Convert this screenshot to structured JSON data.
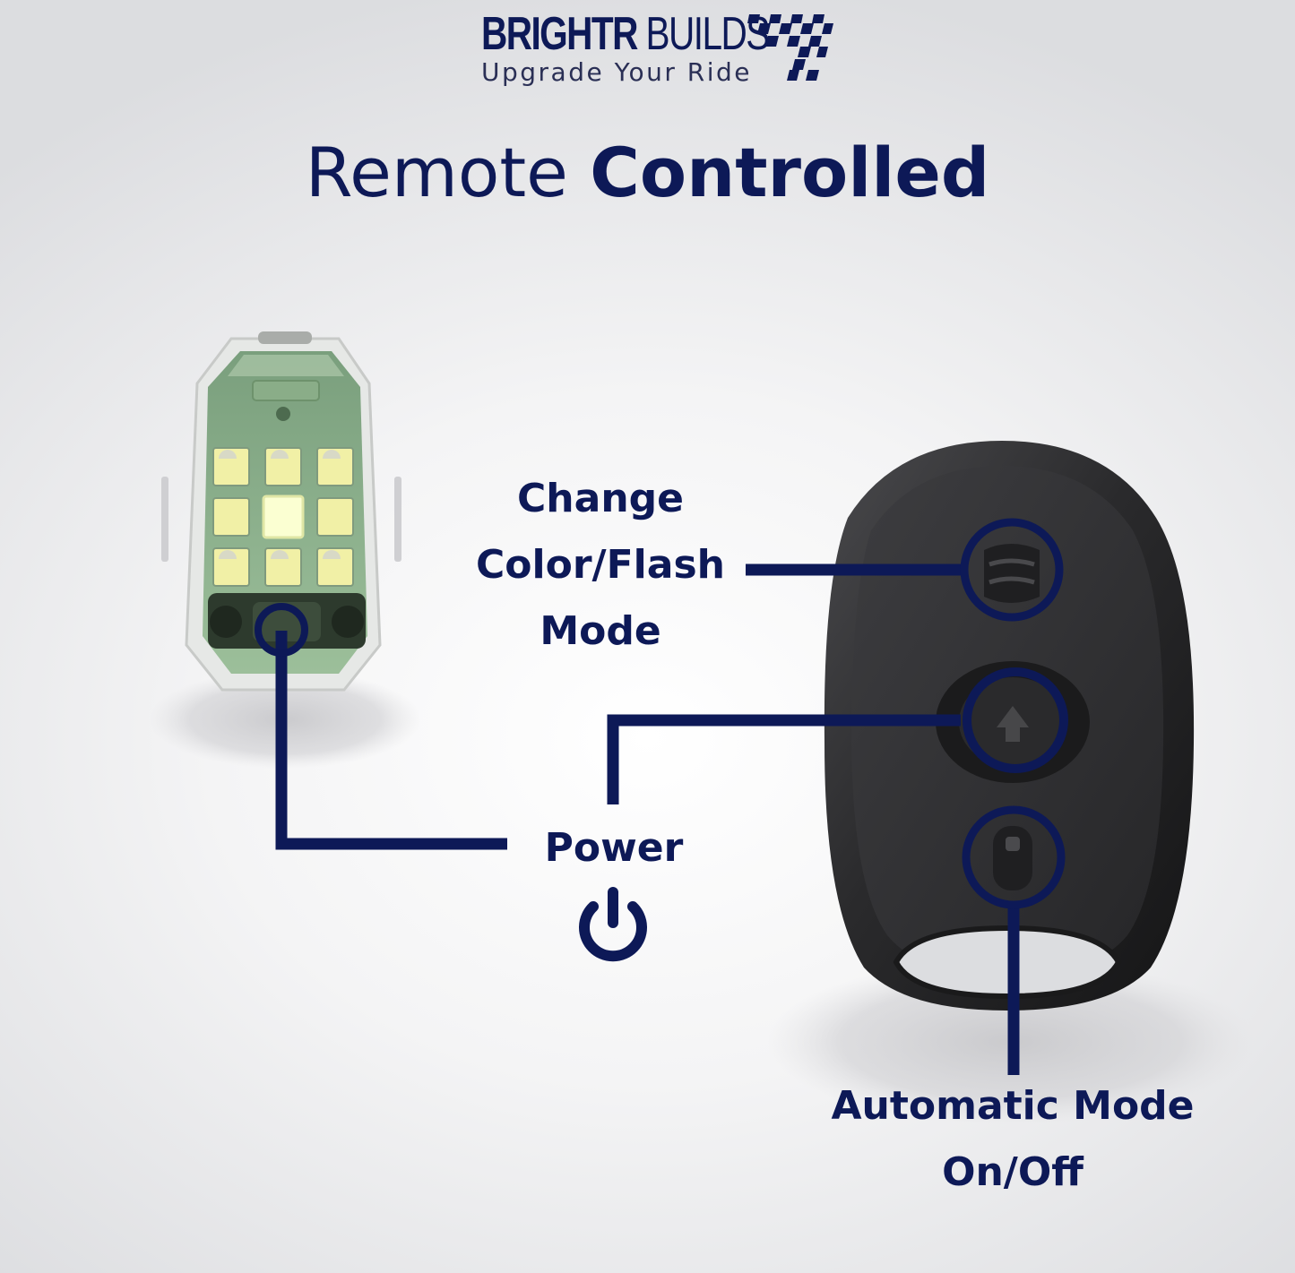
{
  "brand": {
    "name_bold": "BRIGHTR",
    "name_light": " BUILDS",
    "tagline": "Upgrade Your Ride"
  },
  "title": {
    "regular": "Remote ",
    "bold": "Controlled"
  },
  "labels": {
    "change_line1": "Change",
    "change_line2": "Color/Flash",
    "change_line3": "Mode",
    "power": "Power",
    "auto_line1": "Automatic Mode",
    "auto_line2": "On/Off"
  },
  "icons": {
    "brand_flag": "checkered-flag-icon",
    "power": "power-icon"
  },
  "colors": {
    "navy": "#0d1957",
    "remote_body": "#2b2b2d",
    "led_green": "#8fb58f",
    "led_yellow": "#f1f0a6",
    "led_white": "#faffd0"
  }
}
